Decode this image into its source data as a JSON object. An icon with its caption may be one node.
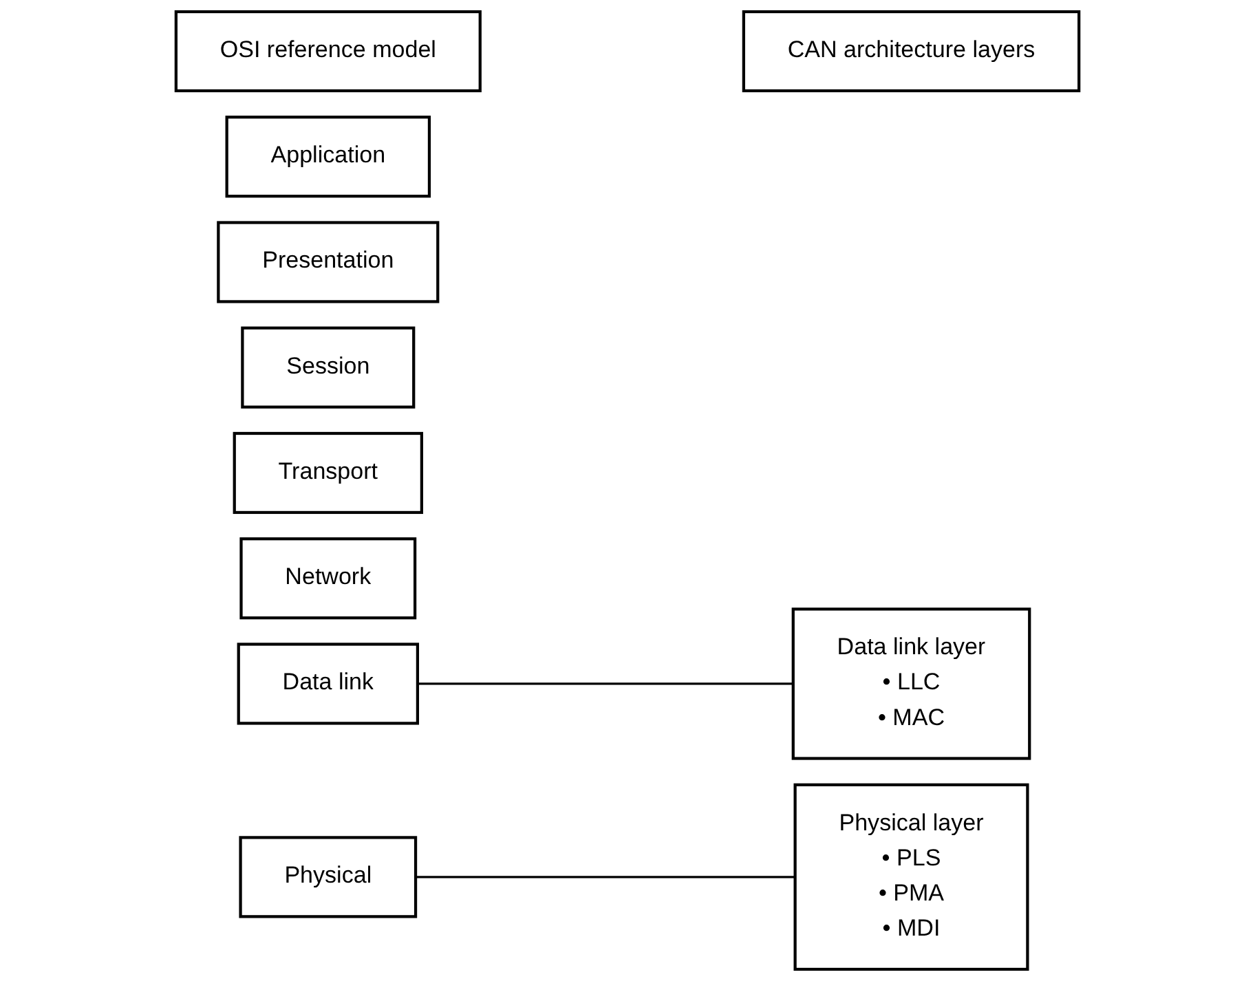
{
  "diagram": {
    "nodes": [
      {
        "text": [
          "OSI reference model"
        ]
      },
      {
        "text": [
          "CAN architecture layers"
        ]
      },
      {
        "text": [
          "Application"
        ]
      },
      {
        "text": [
          "Presentation"
        ]
      },
      {
        "text": [
          "Session"
        ]
      },
      {
        "text": [
          "Transport"
        ]
      },
      {
        "text": [
          "Network"
        ]
      },
      {
        "text": [
          "Data link"
        ]
      },
      {
        "text": [
          "Physical"
        ]
      },
      {
        "text": [
          "Data link layer",
          "• LLC",
          "• MAC"
        ]
      },
      {
        "text": [
          "Physical layer",
          "• PLS",
          "• PMA",
          "• MDI"
        ]
      }
    ],
    "edges": [
      {
        "from": 7,
        "to": 9,
        "arrow": "none"
      },
      {
        "from": 8,
        "to": 10,
        "arrow": "none"
      }
    ]
  }
}
